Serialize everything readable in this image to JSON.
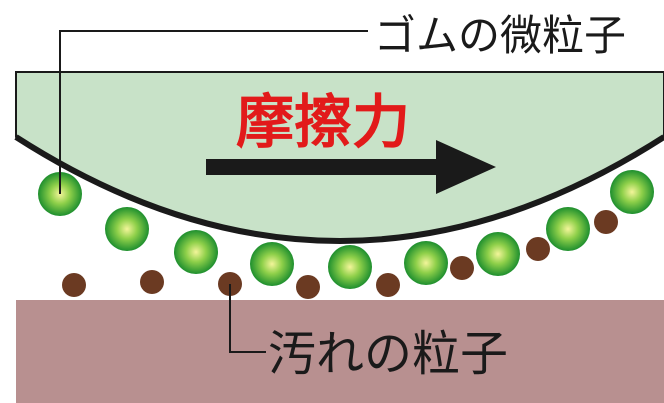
{
  "labels": {
    "rubber_particles": "ゴムの微粒子",
    "friction": "摩擦力",
    "dirt_particles": "汚れの粒子"
  },
  "colors": {
    "eraser_fill": "#c8e2c8",
    "surface_fill": "#b89090",
    "outline": "#1a1a1a",
    "friction_text": "#e21a1a",
    "arrow": "#1a1a1a",
    "rubber_particle_center": "#f3f59a",
    "rubber_particle_edge": "#1e8f2e",
    "dirt_particle": "#6b3a22"
  }
}
